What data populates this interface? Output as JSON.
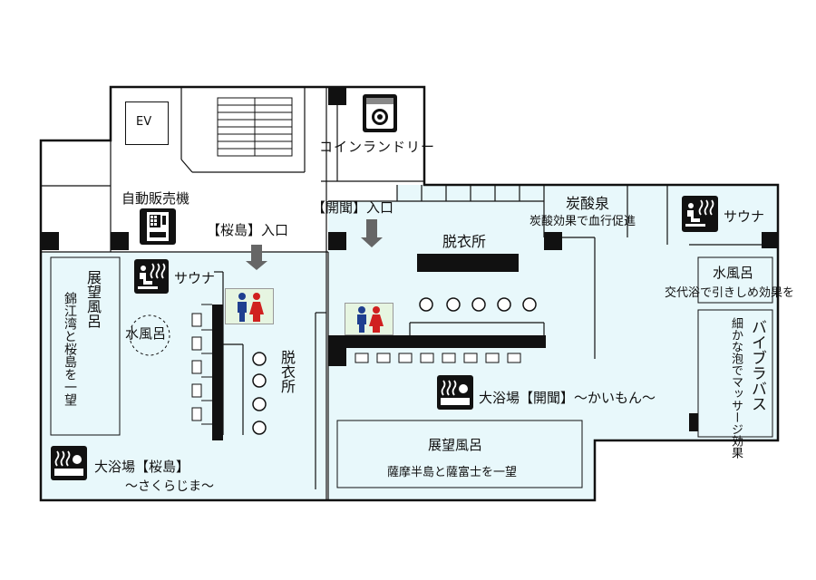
{
  "floor": {
    "elevator": "EV",
    "laundry": "コインランドリー",
    "vending": "自動販売機",
    "entrance_sakurajima": "【桜島】入口",
    "entrance_kaimon": "【開聞】入口"
  },
  "sakurajima": {
    "observation_bath_title": "展望風呂",
    "observation_bath_desc": "錦江湾と桜島を一望",
    "sauna": "サウナ",
    "cold_bath": "水風呂",
    "changing_room": "脱衣所",
    "main_bath": "大浴場【桜島】",
    "main_bath_sub": "～さくらじま～"
  },
  "kaimon": {
    "changing_room": "脱衣所",
    "carbonated_spring": "炭酸泉",
    "carbonated_spring_desc": "炭酸効果で血行促進",
    "sauna": "サウナ",
    "cold_bath": "水風呂",
    "cold_bath_desc": "交代浴で引きしめ効果を",
    "vibra_bath": "バイブラバス",
    "vibra_bath_desc": "細かな泡でマッサージ効果",
    "main_bath": "大浴場【開聞】～かいもん～",
    "observation_bath_title": "展望風呂",
    "observation_bath_desc": "薩摩半島と薩富士を一望"
  },
  "colors": {
    "bath_area": "#e8f8fb",
    "toilet_area": "#e6f5e1",
    "wall": "#111111",
    "toilet_male": "#1f3f8f",
    "toilet_female": "#d0201f"
  },
  "icons": [
    "washing-machine-icon",
    "vending-machine-icon",
    "arrow-down-icon",
    "sauna-icon",
    "bath-icon",
    "toilet-icon"
  ]
}
